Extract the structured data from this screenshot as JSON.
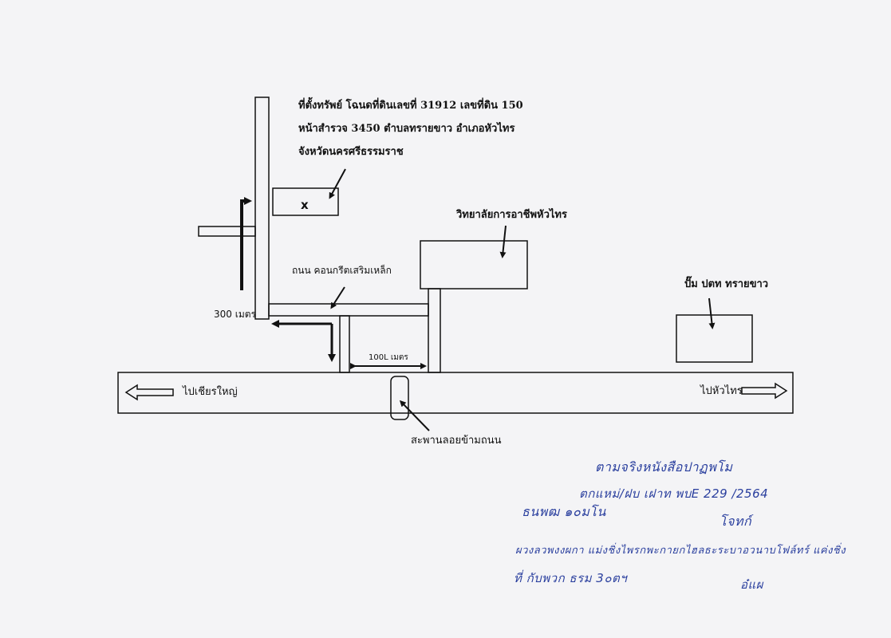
{
  "labels": {
    "property_line1": "ที่ตั้งทรัพย์ โฉนดที่ดินเลขที่ 31912 เลขที่ดิน 150",
    "property_line2": "หน้าสำรวจ 3450 ตำบลทรายขาว อำเภอหัวไทร",
    "property_line3": "จังหวัดนครศรีธรรมราช",
    "property_marker": "x",
    "college": "วิทยาลัยการอาชีพหัวไทร",
    "gas_station": "ปั๊ม ปตท ทรายขาว",
    "concrete_road": "ถนน คอนกรีตเสริมเหล็ก",
    "distance_300": "300 เมตร",
    "distance_100": "100L เมตร",
    "to_chian_yai": "ไปเชียรใหญ่",
    "to_hua_sai": "ไปหัวไทร",
    "footbridge": "สะพานลอยข้ามถนน"
  },
  "handwriting": {
    "line1": "ตามจริงหนังสือปาฏพโม",
    "line2": "ตกแหม่/ฝบ เฝาท พบE 229 /2564",
    "line3_left": "ธนพฒ ๑๐มโน",
    "line3_right": "โจทก์",
    "line4": "ผวงลวพงงผกา แม่งชิ่งไพรกพะกายกไฮลธะระบาอวนาบโฟล์ทร์ แค่งชิ่ง",
    "line5_left": "ที่ กับพวก ธรม 3๐ตฯ",
    "line5_right": "อ๋แผ"
  },
  "colors": {
    "ink": "#111111",
    "pen": "#2a3f9e",
    "paper": "#f4f4f6"
  }
}
